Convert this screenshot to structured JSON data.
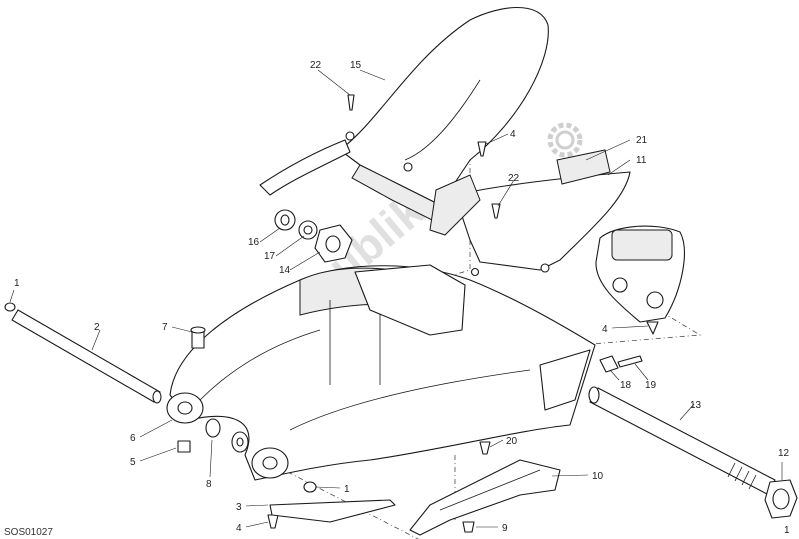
{
  "diagram": {
    "drawing_code": "SOS01027",
    "watermark": "PartsRepublik",
    "callouts": [
      {
        "id": "c1a",
        "text": "1"
      },
      {
        "id": "c2",
        "text": "2"
      },
      {
        "id": "c7",
        "text": "7"
      },
      {
        "id": "c6",
        "text": "6"
      },
      {
        "id": "c5",
        "text": "5"
      },
      {
        "id": "c8",
        "text": "8"
      },
      {
        "id": "c3",
        "text": "3"
      },
      {
        "id": "c4a",
        "text": "4"
      },
      {
        "id": "c1b",
        "text": "1"
      },
      {
        "id": "c22a",
        "text": "22"
      },
      {
        "id": "c15",
        "text": "15"
      },
      {
        "id": "c4b",
        "text": "4"
      },
      {
        "id": "c22b",
        "text": "22"
      },
      {
        "id": "c21",
        "text": "21"
      },
      {
        "id": "c11",
        "text": "11"
      },
      {
        "id": "c16",
        "text": "16"
      },
      {
        "id": "c17",
        "text": "17"
      },
      {
        "id": "c14",
        "text": "14"
      },
      {
        "id": "c4c",
        "text": "4"
      },
      {
        "id": "c18",
        "text": "18"
      },
      {
        "id": "c19",
        "text": "19"
      },
      {
        "id": "c13",
        "text": "13"
      },
      {
        "id": "c20",
        "text": "20"
      },
      {
        "id": "c10",
        "text": "10"
      },
      {
        "id": "c9",
        "text": "9"
      },
      {
        "id": "c12",
        "text": "12"
      },
      {
        "id": "c1c",
        "text": "1"
      }
    ]
  }
}
